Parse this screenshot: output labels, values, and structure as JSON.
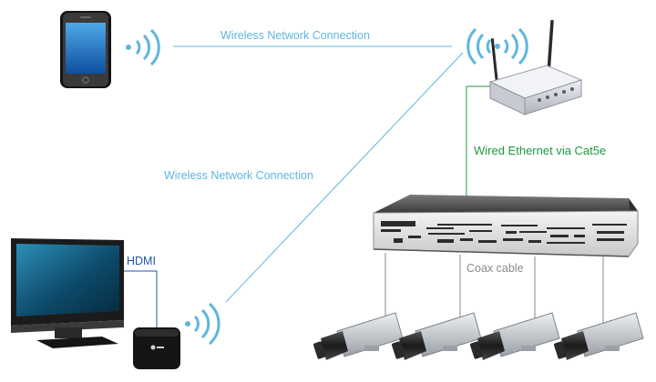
{
  "labels": {
    "wifi_top": "Wireless Network Connection",
    "wifi_diag": "Wireless Network Connection",
    "wired": "Wired Ethernet via Cat5e",
    "coax": "Coax cable",
    "hdmi": "HDMI"
  },
  "devices": {
    "phone": "smartphone",
    "router": "wireless-router",
    "dvr": "dvr-recorder",
    "monitor": "lcd-monitor",
    "streamer": "media-streamer",
    "cameras": [
      "security-camera",
      "security-camera",
      "security-camera",
      "security-camera"
    ]
  },
  "colors": {
    "wifi": "#5fb6dd",
    "wired": "#1c9a3c",
    "coax": "#8a8a8a",
    "hdmi": "#1f55a6"
  }
}
